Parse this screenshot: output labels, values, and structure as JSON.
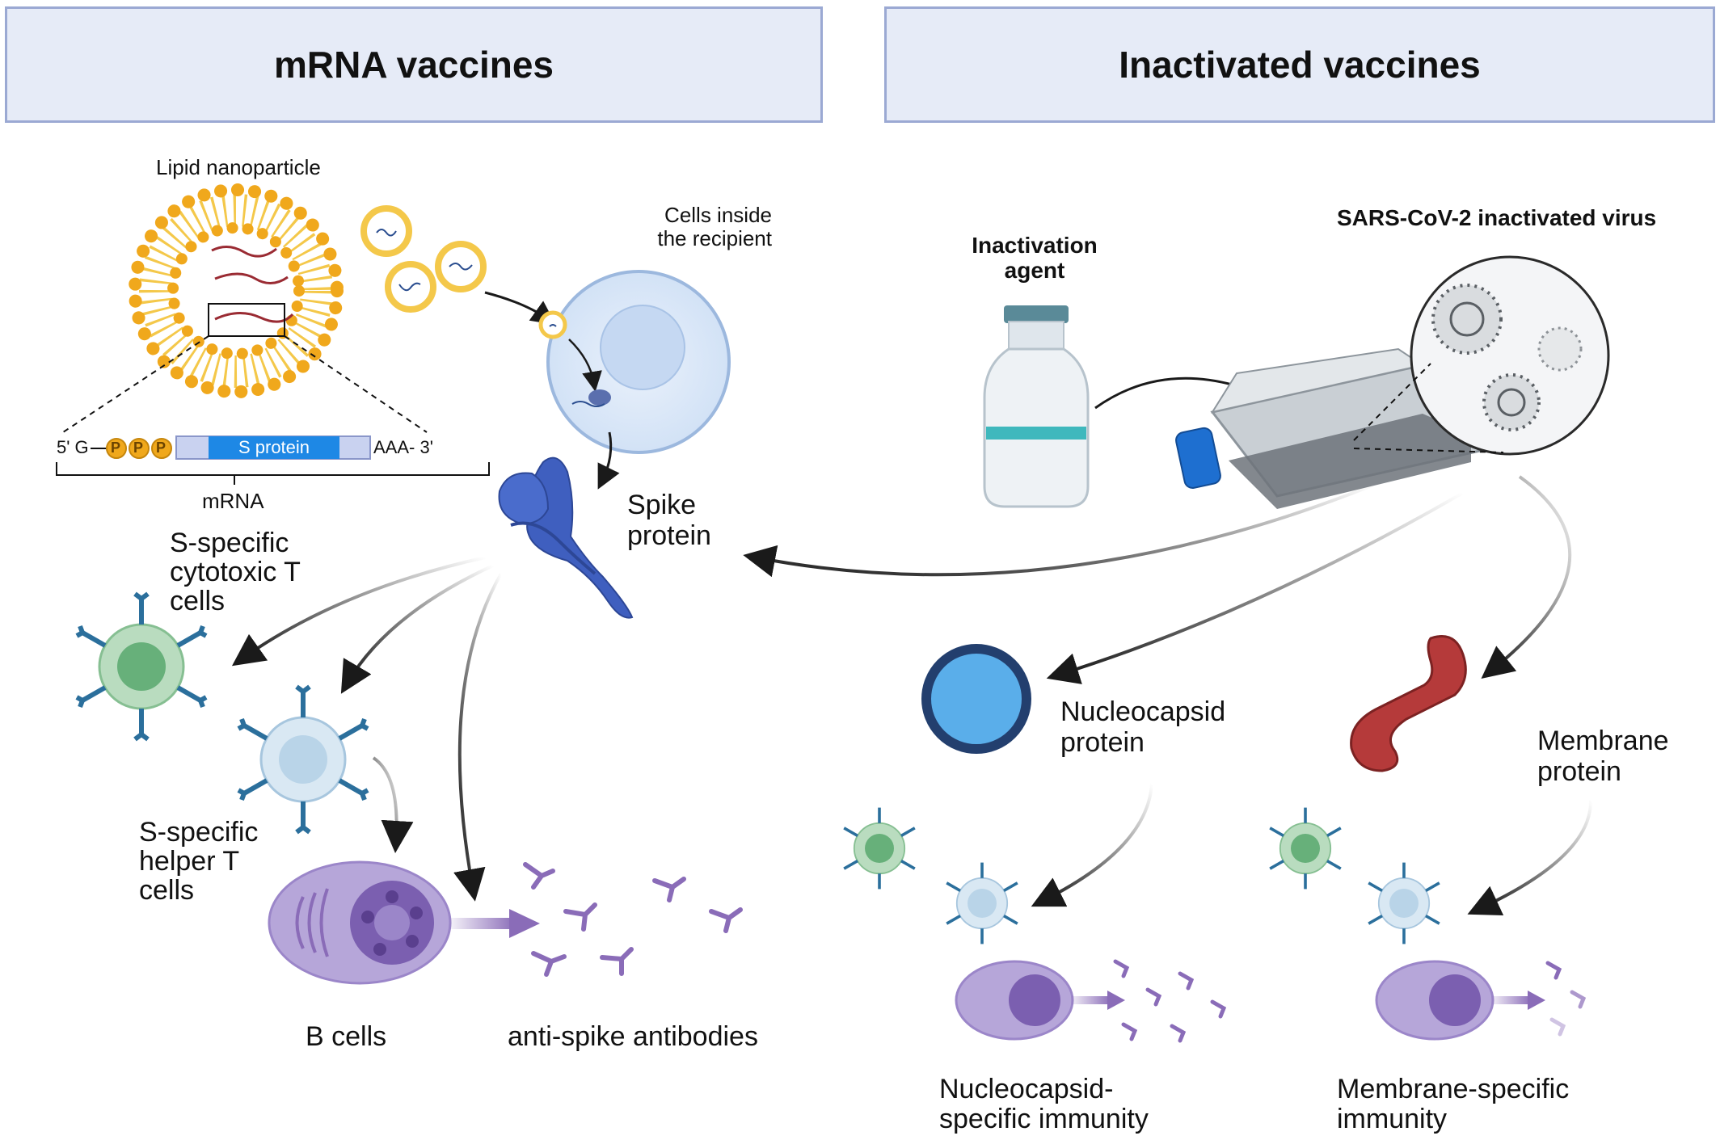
{
  "headers": {
    "mrna": "mRNA vaccines",
    "inactivated": "Inactivated vaccines"
  },
  "mrna_side": {
    "lipid_nanoparticle": "Lipid nanoparticle",
    "cells_recipient_line1": "Cells inside",
    "cells_recipient_line2": "the recipient",
    "five_prime": "5' G",
    "cap_p": "P",
    "s_protein": "S protein",
    "three_prime": "AAA- 3'",
    "mrna": "mRNA",
    "spike_line1": "Spike",
    "spike_line2": "protein",
    "cyto_line1": "S-specific",
    "cyto_line2": "cytotoxic T",
    "cyto_line3": "cells",
    "helper_line1": "S-specific",
    "helper_line2": "helper T",
    "helper_line3": "cells",
    "b_cells": "B cells",
    "antibodies": "anti-spike antibodies"
  },
  "inactivated_side": {
    "agent_line1": "Inactivation",
    "agent_line2": "agent",
    "virus": "SARS-CoV-2 inactivated virus",
    "nucleo_line1": "Nucleocapsid",
    "nucleo_line2": "protein",
    "membrane_line1": "Membrane",
    "membrane_line2": "protein",
    "nucleo_imm_line1": "Nucleocapsid-",
    "nucleo_imm_line2": "specific immunity",
    "membrane_imm_line1": "Membrane-specific",
    "membrane_imm_line2": "immunity"
  },
  "colors": {
    "header_bg": "#e6ebf7",
    "header_border": "#9ba9d3",
    "lipid_head": "#f0a81c",
    "spike": "#3f5fbf",
    "nucleocapsid": "#5aaeea",
    "membrane": "#b53a3a",
    "b_cell": "#9b86c9",
    "antibody": "#8a6cb8"
  }
}
